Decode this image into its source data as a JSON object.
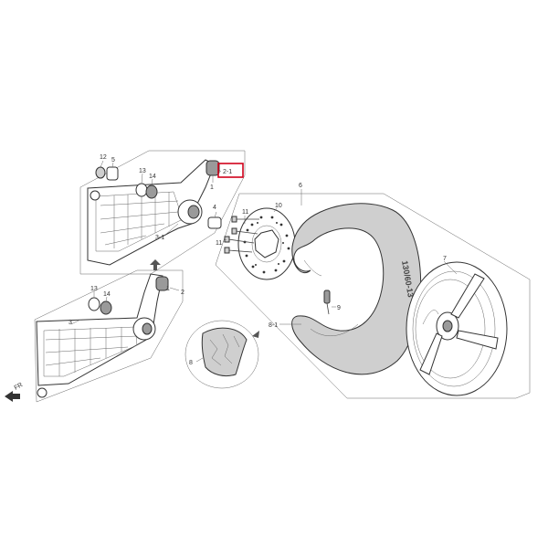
{
  "labels": {
    "l12": "12",
    "l5": "5",
    "l13a": "13",
    "l14a": "14",
    "l1a": "1",
    "l2_1": "2-1",
    "l3_1": "3-1",
    "l1b": "1",
    "l2": "2",
    "l13b": "13",
    "l14b": "14",
    "l3": "3",
    "l4": "4",
    "l11a": "11",
    "l11b": "11",
    "l10": "10",
    "l6": "6",
    "l7": "7",
    "l9": "9",
    "l8_1": "8-1",
    "l8": "8",
    "fr": "FR"
  },
  "tire_size": "130/60-13",
  "colors": {
    "highlight": "#d0021b",
    "tire": "#c8c8c8",
    "line": "#444444"
  }
}
